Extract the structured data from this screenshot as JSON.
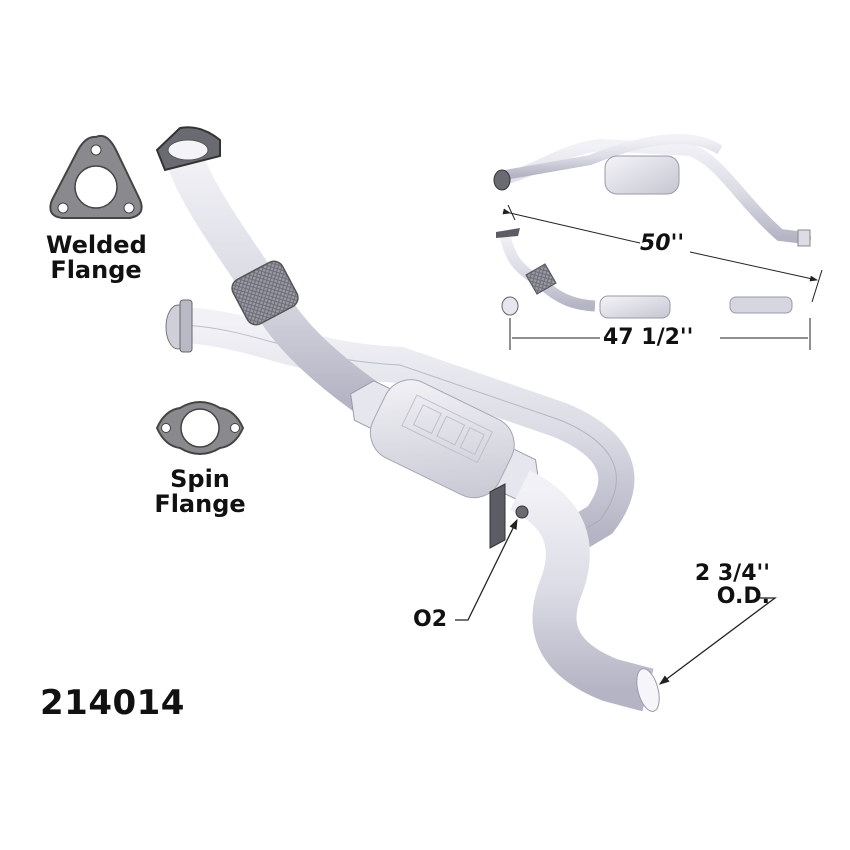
{
  "part_number": "214014",
  "flanges": {
    "welded": {
      "line1": "Welded",
      "line2": "Flange",
      "icon": "triangular-3-bolt-gasket"
    },
    "spin": {
      "line1": "Spin",
      "line2": "Flange",
      "icon": "oval-2-bolt-gasket"
    }
  },
  "callouts": {
    "o2_sensor": "O2",
    "outlet_diameter_line1": "2 3/4''",
    "outlet_diameter_line2": "O.D."
  },
  "inset_dimensions": {
    "overall_diagonal": "50''",
    "overall_length": "47 1/2''"
  },
  "colors": {
    "pipe": "#dcdce6",
    "pipe_shade": "#b8b8c8",
    "gasket": "#8a8a8e",
    "text": "#111111",
    "dimension_line": "#222222"
  }
}
